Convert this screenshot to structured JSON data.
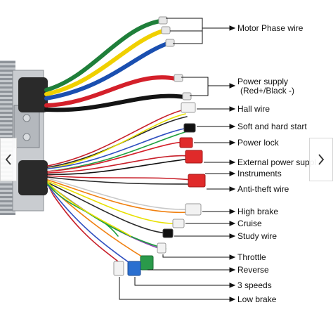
{
  "labels": {
    "motor_phase": "Motor Phase wire",
    "power_supply": "Power supply",
    "power_supply_polarity": "(Red+/Black -)",
    "hall": "Hall wire",
    "soft_hard": "Soft and hard start",
    "power_lock": "Power lock",
    "external_power": "External power supply",
    "instruments": "Instruments",
    "anti_theft": "Anti-theft wire",
    "high_brake": "High brake",
    "cruise": "Cruise",
    "study": "Study wire",
    "throttle": "Throttle",
    "reverse": "Reverse",
    "three_speeds": "3 speeds",
    "low_brake": "Low brake"
  },
  "nav": {
    "prev_icon": "chevron-left-icon",
    "next_icon": "chevron-right-icon"
  },
  "colors": {
    "phase": [
      "#1f7f3a",
      "#f0d000",
      "#1a4fb0"
    ],
    "power": [
      "#d4202a",
      "#141414"
    ],
    "pointer": "#111111",
    "connector_red": "#e02a2a",
    "connector_blue": "#2a6fd0",
    "connector_green": "#2a9a4a"
  }
}
